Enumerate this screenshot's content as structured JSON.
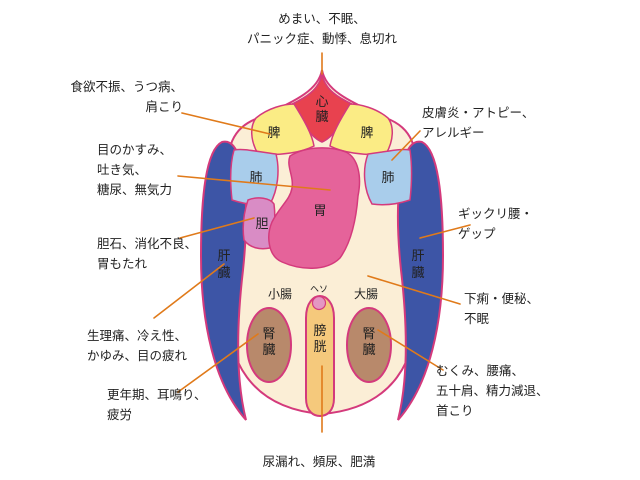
{
  "colors": {
    "liver": "#3d55a6",
    "liver_outline": "#d43a7c",
    "body": "#fbeed6",
    "heart": "#e8424f",
    "spleen": "#fbec85",
    "lung": "#a9cdeb",
    "stomach": "#e5639a",
    "gallbladder": "#d98cc5",
    "kidney": "#b8896b",
    "bladder": "#f5c97c",
    "navel": "#e497c3",
    "leader": "#e07a1a"
  },
  "organs": {
    "heart": "心臓",
    "spleen_left": "脾",
    "spleen_right": "脾",
    "lung_left": "肺",
    "lung_right": "肺",
    "stomach": "胃",
    "gallbladder": "胆",
    "liver_left": "肝臓",
    "liver_right": "肝臓",
    "small_intestine": "小腸",
    "navel": "ヘソ",
    "large_intestine": "大腸",
    "kidney_left": "腎臓",
    "kidney_right": "腎臓",
    "bladder": "膀胱"
  },
  "callouts": {
    "top": [
      "めまい、不眠、",
      "パニック症、動悸、息切れ"
    ],
    "appetite": [
      "食欲不振、うつ病、",
      "肩こり"
    ],
    "eyes": [
      "目のかすみ、",
      "吐き気、",
      "糖尿、無気力"
    ],
    "gallstone": [
      "胆石、消化不良、",
      "胃もたれ"
    ],
    "menstrual": [
      "生理痛、冷え性、",
      "かゆみ、目の疲れ"
    ],
    "menopause": [
      "更年期、耳鳴り、",
      "疲労"
    ],
    "bottom": [
      "尿漏れ、頻尿、肥満"
    ],
    "skin": [
      "皮膚炎・アトピー、",
      "アレルギー"
    ],
    "back": [
      "ギックリ腰・",
      "ゲップ"
    ],
    "diarrhea": [
      "下痢・便秘、",
      "不眠"
    ],
    "swelling": [
      "むくみ、腰痛、",
      "五十肩、精力減退、",
      "首こり"
    ]
  }
}
